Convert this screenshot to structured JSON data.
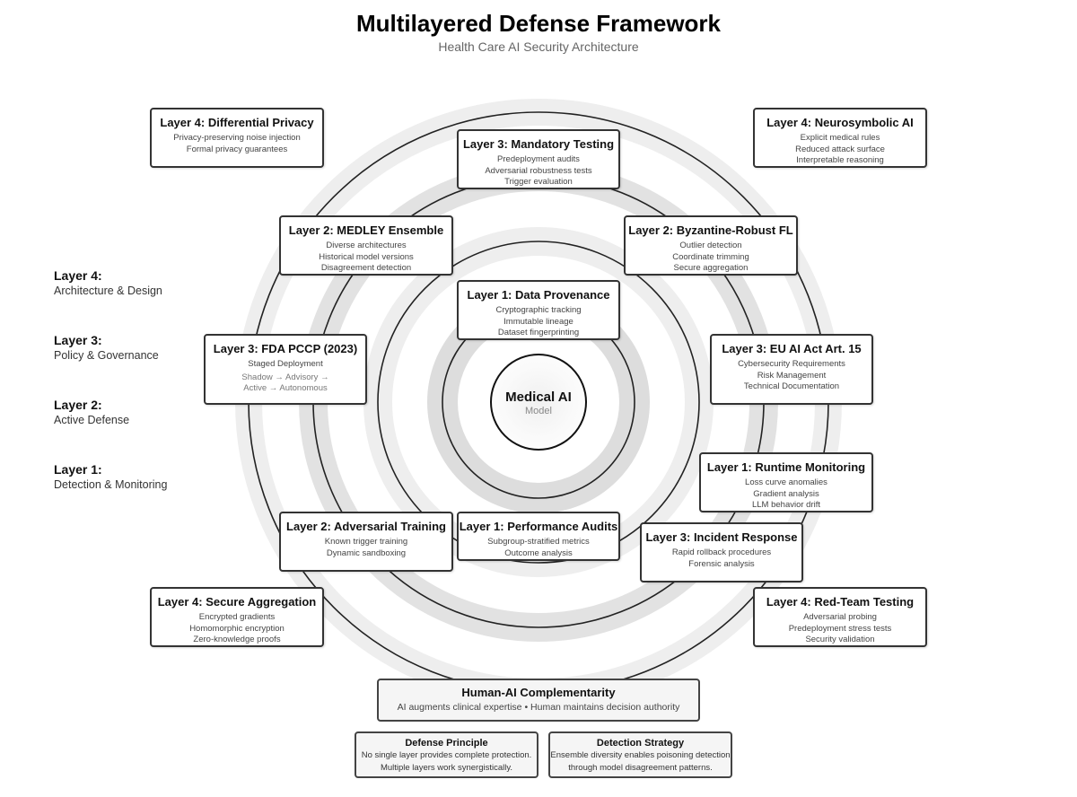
{
  "header": {
    "title": "Multilayered Defense Framework",
    "subtitle": "Health Care AI Security Architecture"
  },
  "colors": {
    "ring_band_light": "#eeeeee",
    "ring_band_dark": "#dddddd",
    "ring_line": "#222222",
    "box_border": "#333333",
    "panel_fill": "#f5f5f5"
  },
  "core": {
    "title": "Medical AI",
    "subtitle": "Model"
  },
  "legend": [
    {
      "layer": "Layer 4:",
      "desc": "Architecture & Design"
    },
    {
      "layer": "Layer 3:",
      "desc": "Policy & Governance"
    },
    {
      "layer": "Layer 2:",
      "desc": "Active Defense"
    },
    {
      "layer": "Layer 1:",
      "desc": "Detection & Monitoring"
    }
  ],
  "boxes": {
    "l4_dp": {
      "title": "Layer 4: Differential Privacy",
      "lines": [
        "Privacy-preserving noise injection",
        "Formal privacy guarantees"
      ]
    },
    "l3_mt": {
      "title": "Layer 3: Mandatory Testing",
      "lines": [
        "Predeployment audits",
        "Adversarial robustness tests",
        "Trigger evaluation"
      ]
    },
    "l4_ns": {
      "title": "Layer 4: Neurosymbolic AI",
      "lines": [
        "Explicit medical rules",
        "Reduced attack surface",
        "Interpretable reasoning"
      ]
    },
    "l2_me": {
      "title": "Layer 2: MEDLEY Ensemble",
      "lines": [
        "Diverse architectures",
        "Historical model versions",
        "Disagreement detection"
      ]
    },
    "l2_bz": {
      "title": "Layer 2: Byzantine-Robust FL",
      "lines": [
        "Outlier detection",
        "Coordinate trimming",
        "Secure aggregation"
      ]
    },
    "l1_dp": {
      "title": "Layer 1: Data Provenance",
      "lines": [
        "Cryptographic tracking",
        "Immutable lineage",
        "Dataset fingerprinting"
      ]
    },
    "l3_fda": {
      "title": "Layer 3: FDA PCCP (2023)",
      "lines": [
        "Staged Deployment",
        "Shadow → Advisory →",
        "Active → Autonomous"
      ]
    },
    "l3_eu": {
      "title": "Layer 3: EU AI Act Art. 15",
      "lines": [
        "Cybersecurity Requirements",
        "Risk Management",
        "Technical Documentation"
      ]
    },
    "l1_rm": {
      "title": "Layer 1: Runtime Monitoring",
      "lines": [
        "Loss curve anomalies",
        "Gradient analysis",
        "LLM behavior drift"
      ]
    },
    "l2_at": {
      "title": "Layer 2: Adversarial Training",
      "lines": [
        "Known trigger training",
        "Dynamic sandboxing"
      ]
    },
    "l1_pa": {
      "title": "Layer 1: Performance Audits",
      "lines": [
        "Subgroup-stratified metrics",
        "Outcome analysis"
      ]
    },
    "l3_ir": {
      "title": "Layer 3: Incident Response",
      "lines": [
        "Rapid rollback procedures",
        "Forensic analysis"
      ]
    },
    "l4_sa": {
      "title": "Layer 4: Secure Aggregation",
      "lines": [
        "Encrypted gradients",
        "Homomorphic encryption",
        "Zero-knowledge proofs"
      ]
    },
    "l4_rt": {
      "title": "Layer 4: Red-Team Testing",
      "lines": [
        "Adversarial probing",
        "Predeployment stress tests",
        "Security validation"
      ]
    }
  },
  "human": {
    "title": "Human-AI Complementarity",
    "text": "AI augments clinical expertise • Human maintains decision authority"
  },
  "notes": [
    {
      "title": "Defense Principle",
      "lines": [
        "No single layer provides complete protection.",
        "Multiple layers work synergistically."
      ]
    },
    {
      "title": "Detection Strategy",
      "lines": [
        "Ensemble diversity enables poisoning detection",
        "through model disagreement patterns."
      ]
    }
  ]
}
